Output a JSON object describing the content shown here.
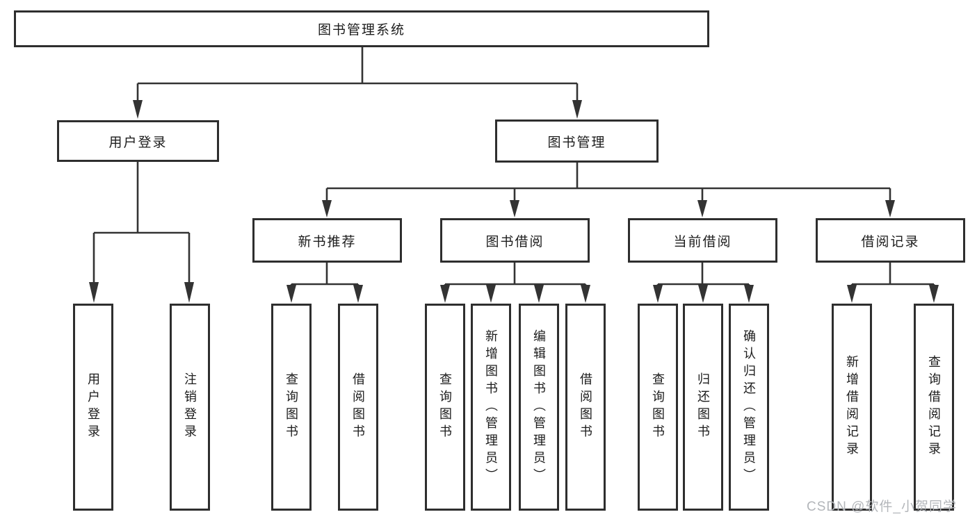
{
  "nodes": {
    "root": "图书管理系统",
    "user_login": "用户登录",
    "book_management": "图书管理",
    "new_book_recommend": "新书推荐",
    "book_borrowing": "图书借阅",
    "current_borrowing": "当前借阅",
    "borrowing_records": "借阅记录",
    "leaf_user_login": "用户登录",
    "leaf_logout": "注销登录",
    "leaf_query_books_1": "查询图书",
    "leaf_borrow_books_1": "借阅图书",
    "leaf_query_books_2": "查询图书",
    "leaf_add_books_admin": "新增图书（管理员）",
    "leaf_edit_books_admin": "编辑图书（管理员）",
    "leaf_borrow_books_2": "借阅图书",
    "leaf_query_books_3": "查询图书",
    "leaf_return_books": "归还图书",
    "leaf_confirm_return_admin": "确认归还（管理员）",
    "leaf_add_borrow_record": "新增借阅记录",
    "leaf_query_borrow_record": "查询借阅记录"
  },
  "hierarchy": {
    "图书管理系统": {
      "用户登录": [
        "用户登录",
        "注销登录"
      ],
      "图书管理": {
        "新书推荐": [
          "查询图书",
          "借阅图书"
        ],
        "图书借阅": [
          "查询图书",
          "新增图书（管理员）",
          "编辑图书（管理员）",
          "借阅图书"
        ],
        "当前借阅": [
          "查询图书",
          "归还图书",
          "确认归还（管理员）"
        ],
        "借阅记录": [
          "新增借阅记录",
          "查询借阅记录"
        ]
      }
    }
  },
  "watermark": "CSDN @软件_小贺同学",
  "colors": {
    "line": "#333333",
    "border": "#2e2e2e",
    "text": "#1c1c1c",
    "watermark": "#b3b6ba",
    "background": "#ffffff"
  }
}
